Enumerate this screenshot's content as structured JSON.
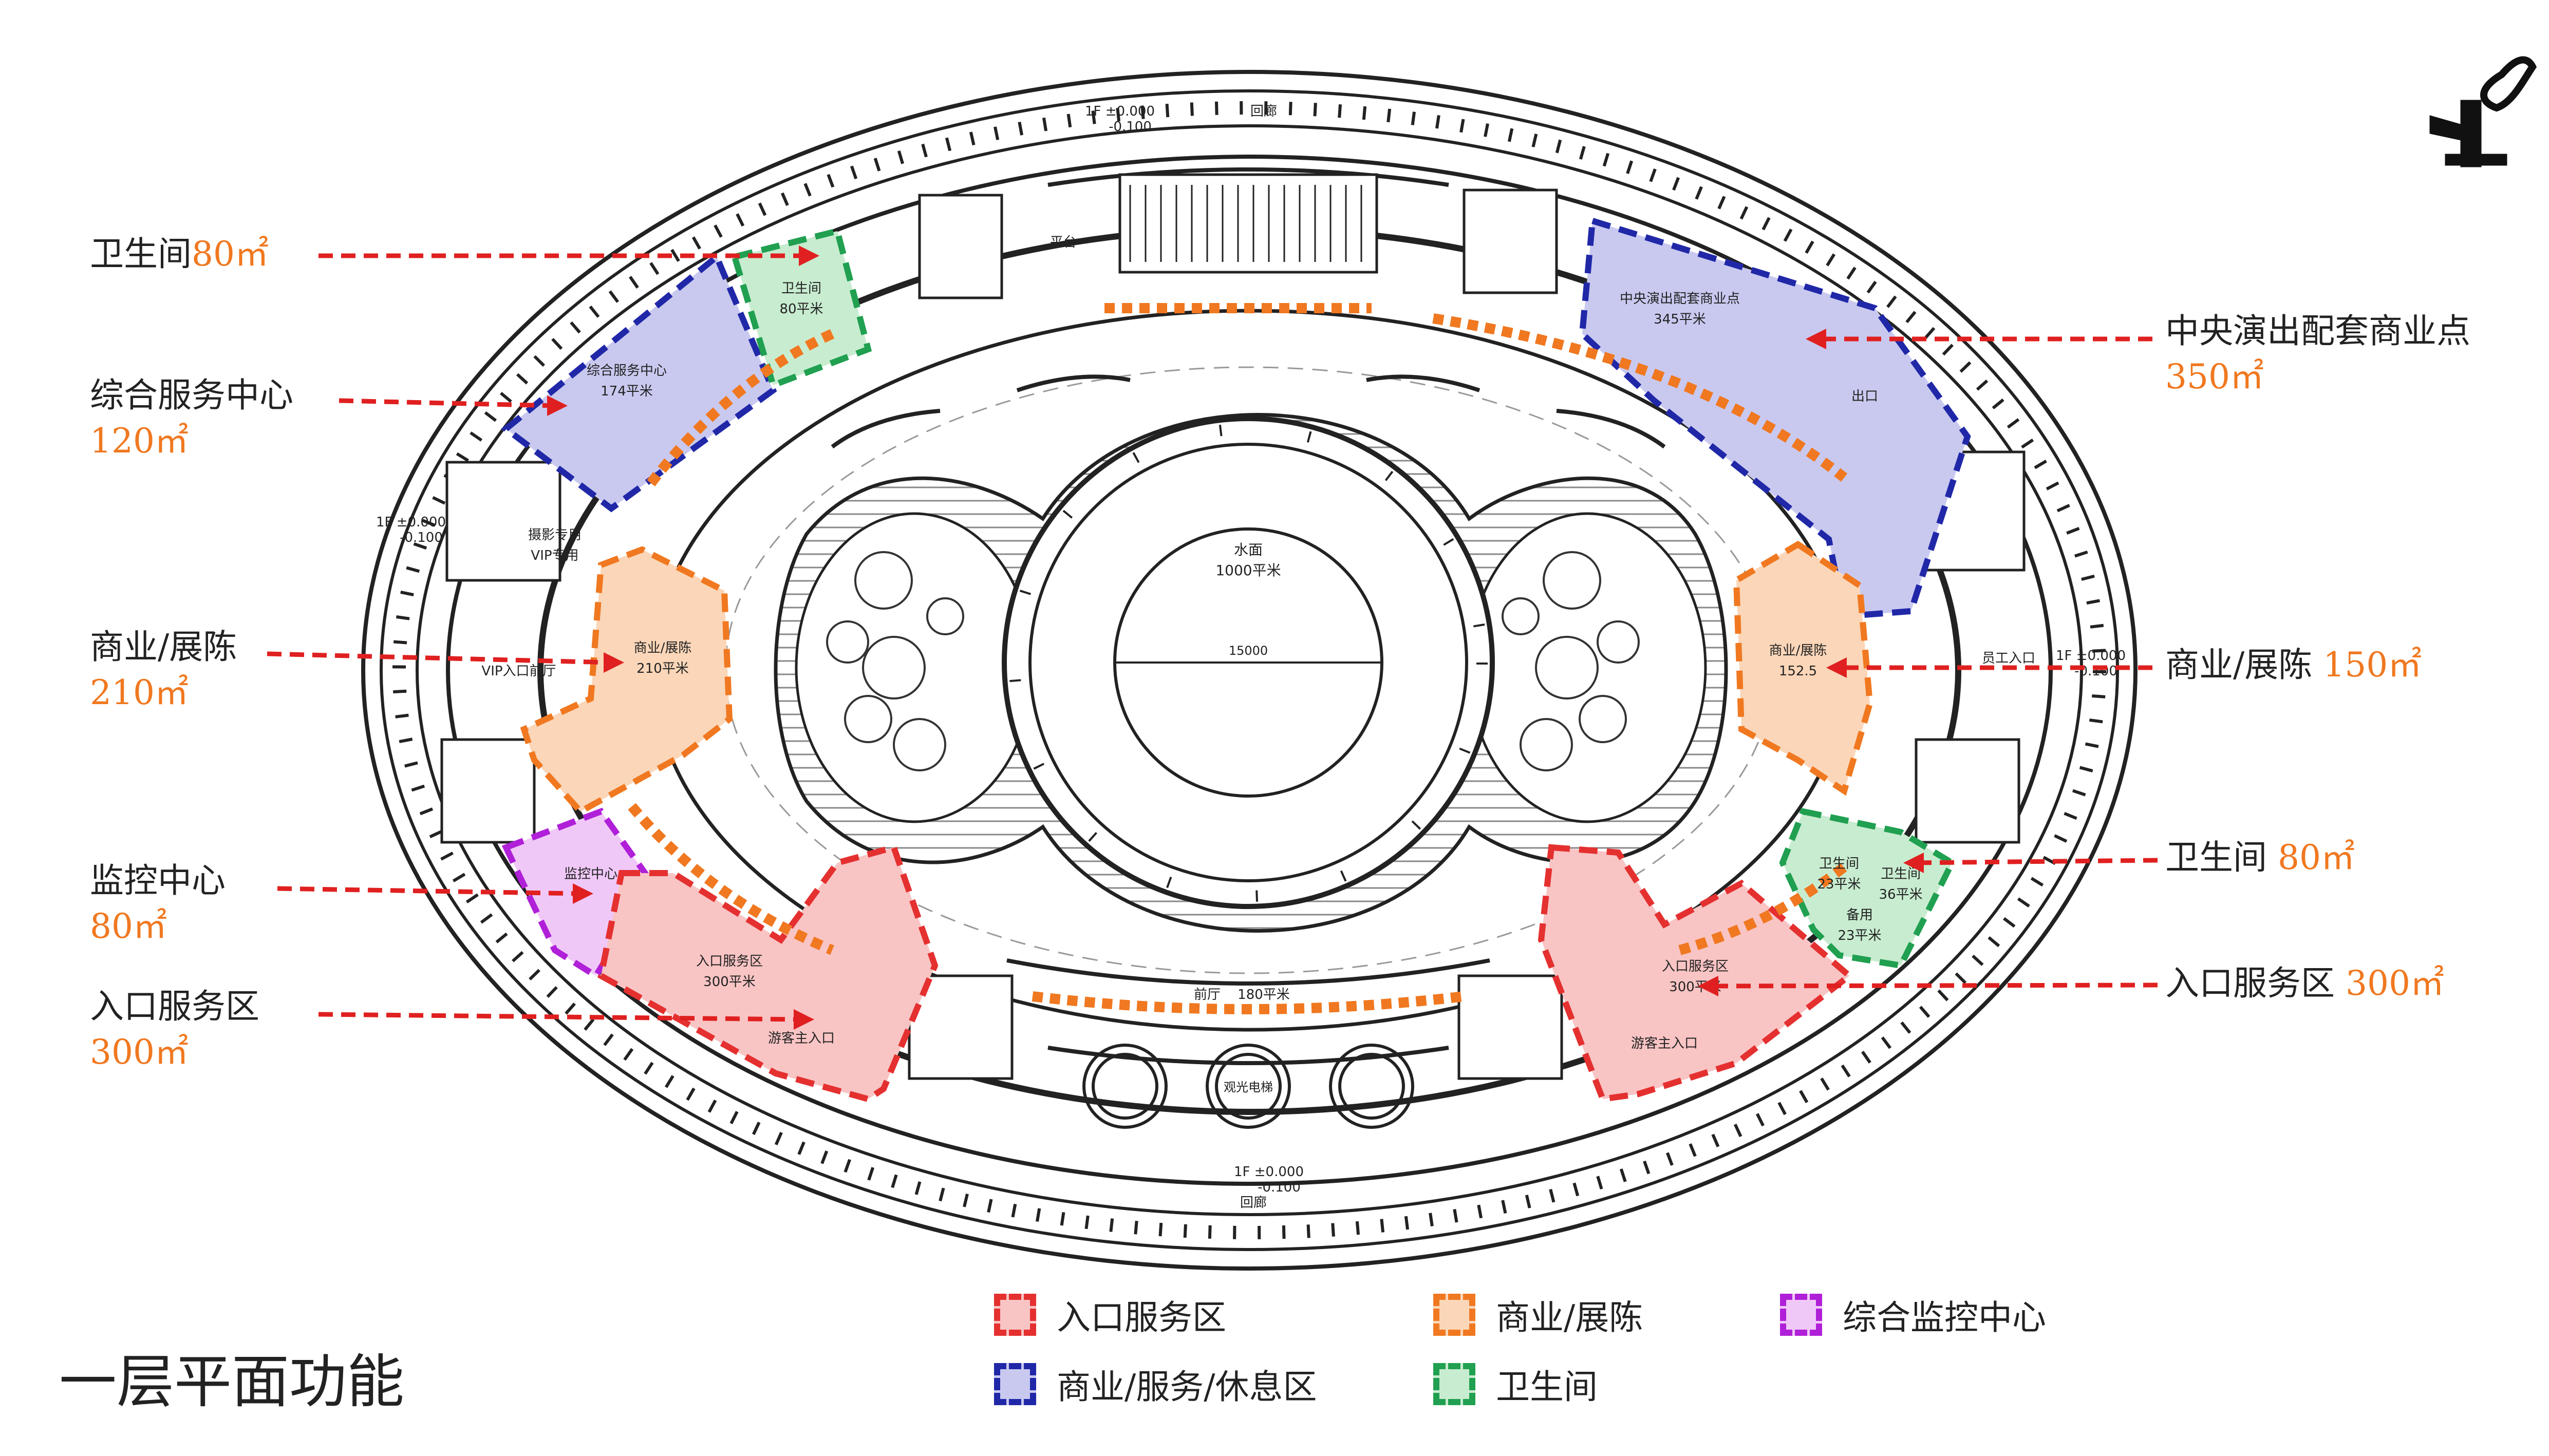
{
  "title": "一层平面功能",
  "colors": {
    "entrance": "#e53030",
    "entrance_fill": "#f9c4c4",
    "commercial": "#f07820",
    "commercial_fill": "#fbd6b8",
    "service": "#2028a8",
    "service_fill": "#c9c9f0",
    "restroom": "#20a050",
    "restroom_fill": "#c8ecd0",
    "monitor": "#b020d8",
    "monitor_fill": "#f0c8f8",
    "arrow": "#e02020",
    "area": "#f07820"
  },
  "callouts_left": [
    {
      "label": "卫生间",
      "area": "80㎡"
    },
    {
      "label": "综合服务中心",
      "area": "120㎡"
    },
    {
      "label": "商业/展陈",
      "area": "210㎡"
    },
    {
      "label": "监控中心",
      "area": "80㎡"
    },
    {
      "label": "入口服务区",
      "area": "300㎡"
    }
  ],
  "callouts_right": [
    {
      "label": "中央演出配套商业点",
      "area": "350㎡"
    },
    {
      "label": "商业/展陈",
      "area": "150㎡"
    },
    {
      "label": "卫生间",
      "area": "80㎡"
    },
    {
      "label": "入口服务区",
      "area": "300㎡"
    }
  ],
  "legend": [
    {
      "label": "入口服务区",
      "color": "entrance"
    },
    {
      "label": "商业/展陈",
      "color": "commercial"
    },
    {
      "label": "综合监控中心",
      "color": "monitor"
    },
    {
      "label": "商业/服务/休息区",
      "color": "service"
    },
    {
      "label": "卫生间",
      "color": "restroom"
    }
  ],
  "plan_labels": {
    "service_center": "综合服务中心",
    "service_center_area": "174平米",
    "restroom_nw": "卫生间",
    "restroom_nw_area": "80平米",
    "commercial_ne": "中央演出配套商业点",
    "commercial_ne_area": "345平米",
    "exit_ne": "出口",
    "commercial_w": "商业/展陈",
    "commercial_w_area": "210平米",
    "commercial_e": "商业/展陈",
    "commercial_e_area": "152.5",
    "vip_a": "摄影专用",
    "vip_b": "VIP专用",
    "vip_hall": "VIP入口前厅",
    "monitor": "监控中心",
    "entrance_w": "入口服务区",
    "entrance_w_area": "300平米",
    "entrance_w_door": "游客主入口",
    "entrance_e": "入口服务区",
    "entrance_e_area": "300平米",
    "entrance_e_door": "游客主入口",
    "restroom_e1": "卫生间",
    "restroom_e1_area": "23平米",
    "restroom_e2": "卫生间",
    "restroom_e2_area": "36平米",
    "restroom_e3": "备用",
    "restroom_e3_area": "23平米",
    "water": "水面",
    "water_area": "1000平米",
    "diameter": "15000",
    "hall_s": "前厅",
    "hall_s_area": "180平米",
    "elevator": "观光电梯",
    "level_top": "1F ±0.000",
    "level_top_b": "-0.100",
    "level_left": "1F ±0.000",
    "level_left_b": "-0.100",
    "level_right": "1F ±0.000",
    "level_right_b": "-0.100",
    "level_bottom": "1F ±0.000",
    "level_bottom_b": "-0.100",
    "corridor_top": "回廊",
    "corridor_bottom": "回廊",
    "stage": "平台",
    "vip_entry_e": "员工入口"
  }
}
